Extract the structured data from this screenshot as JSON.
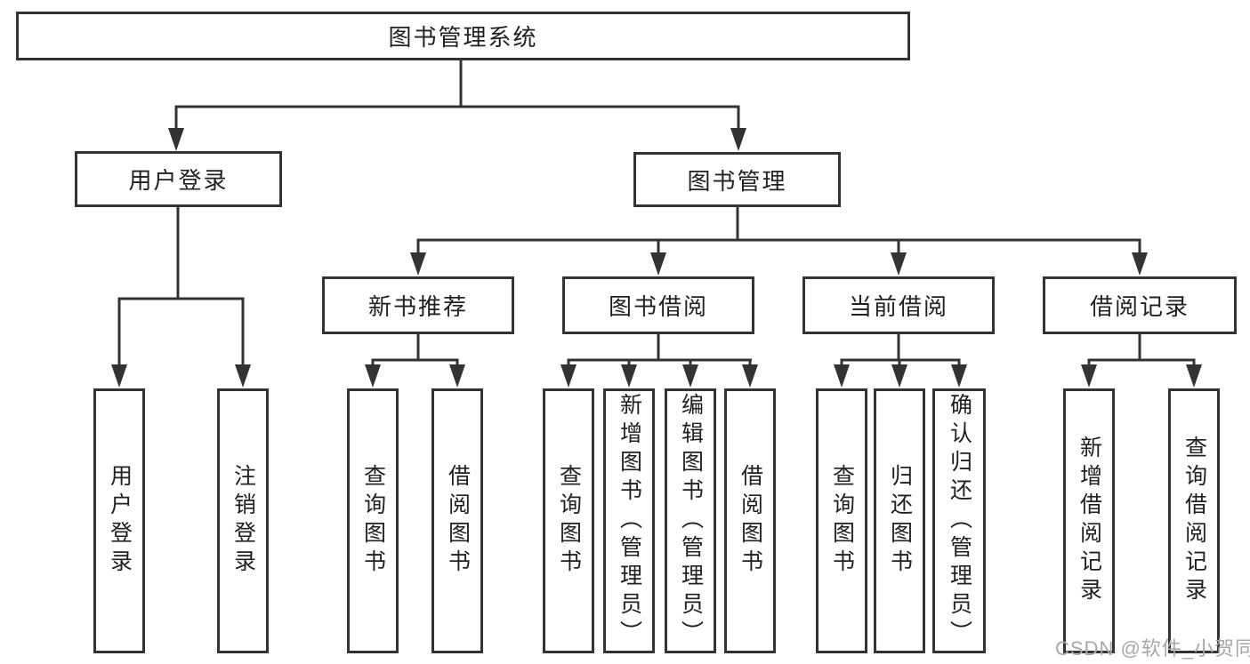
{
  "diagram": {
    "title": "图书管理系统",
    "nodes": {
      "root": {
        "label": "图书管理系统"
      },
      "userLogin": {
        "label": "用户登录"
      },
      "bookMgmt": {
        "label": "图书管理"
      },
      "newBookRec": {
        "label": "新书推荐"
      },
      "bookBorrow": {
        "label": "图书借阅"
      },
      "currentBorrow": {
        "label": "当前借阅"
      },
      "borrowRecord": {
        "label": "借阅记录"
      },
      "leafUserLogin": {
        "label": "用户登录"
      },
      "leafLogout": {
        "label": "注销登录"
      },
      "leafQueryBooks1": {
        "label": "查询图书"
      },
      "leafBorrowBooks1": {
        "label": "借阅图书"
      },
      "leafQueryBooks2": {
        "label": "查询图书"
      },
      "leafAddBooks": {
        "label": "新增图书（管理员）"
      },
      "leafEditBooks": {
        "label": "编辑图书（管理员）"
      },
      "leafBorrowBooks2": {
        "label": "借阅图书"
      },
      "leafQueryBooks3": {
        "label": "查询图书"
      },
      "leafReturnBooks": {
        "label": "归还图书"
      },
      "leafConfirmReturn": {
        "label": "确认归还（管理员）"
      },
      "leafAddBorrowRec": {
        "label": "新增借阅记录"
      },
      "leafQueryBorrowRec": {
        "label": "查询借阅记录"
      }
    },
    "structure": {
      "图书管理系统": {
        "用户登录": [
          "用户登录",
          "注销登录"
        ],
        "图书管理": {
          "新书推荐": [
            "查询图书",
            "借阅图书"
          ],
          "图书借阅": [
            "查询图书",
            "新增图书（管理员）",
            "编辑图书（管理员）",
            "借阅图书"
          ],
          "当前借阅": [
            "查询图书",
            "归还图书",
            "确认归还（管理员）"
          ],
          "借阅记录": [
            "新增借阅记录",
            "查询借阅记录"
          ]
        }
      }
    },
    "colors": {
      "line": "#333333",
      "box_background": "#ffffff",
      "text": "#212121",
      "watermark": "#a8a8a8"
    }
  },
  "watermark": {
    "text": "CSDN @软件_小贺同学"
  }
}
